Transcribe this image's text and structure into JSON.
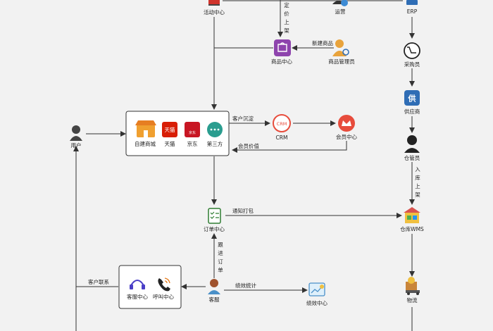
{
  "nodes": {
    "activity": "活动中心",
    "operations": "运营",
    "erp": "ERP",
    "product_center": "商品中心",
    "product_admin": "商品管理员",
    "procurement": "采购员",
    "supplier": "供应商",
    "user": "用户",
    "own_mall": "自建商城",
    "tmall": "天猫",
    "jd": "京东",
    "third_party": "第三方",
    "crm": "CRM",
    "member_center": "会员中心",
    "warehouse_admin": "仓管员",
    "order_center": "订单中心",
    "warehouse_wms": "仓库WMS",
    "cs_center": "客服中心",
    "call_center": "呼叫中心",
    "customer_service": "客服",
    "performance_center": "绩效中心",
    "logistics": "物流"
  },
  "icon_text": {
    "tmall": "天猫",
    "jd": "京东",
    "crm": "CRM",
    "supplier": "供"
  },
  "edges": {
    "pricing": "定价上架",
    "new_product": "新建商品",
    "customer_deposit": "客户沉淀",
    "member_value": "会员价值",
    "notify_print": "通知打包",
    "stock_in": "入库上架",
    "follow_order": "跟进订单",
    "customer_contact": "客户联系",
    "performance_stats": "绩效统计"
  },
  "colors": {
    "background": "#f2f2f2",
    "line": "#333333",
    "product_center": "#8e44ad",
    "tmall": "#d81e06",
    "jd": "#c81623",
    "third_party": "#2a9d8f",
    "crm": "#e74c3c",
    "member_center": "#e74c3c",
    "supplier": "#2f6db5",
    "performance": "#4a90c8"
  }
}
